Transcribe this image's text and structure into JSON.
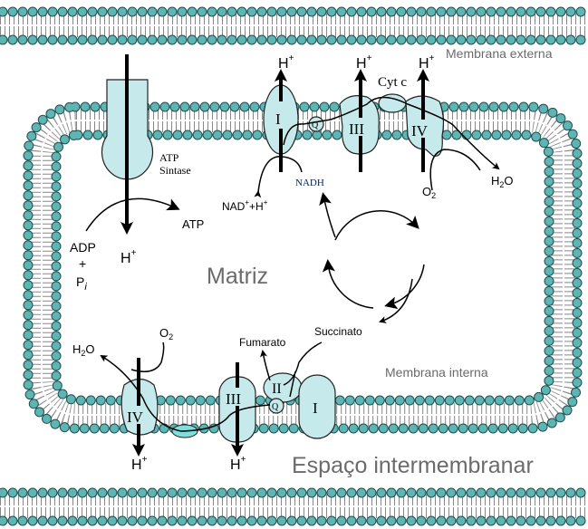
{
  "labels": {
    "outer_membrane": "Membrana externa",
    "inner_membrane": "Membrana interna",
    "matrix": "Matriz",
    "intermembrane_space": "Espaço intermembranar",
    "atp_synthase_1": "ATP",
    "atp_synthase_2": "Sintase",
    "atp": "ATP",
    "adp": "ADP",
    "plus": "+",
    "pi": "P",
    "pi_sub": "i",
    "nadh": "NADH",
    "nad": "NAD",
    "nad_rest": "+H",
    "cyt_c": "Cyt c",
    "h": "H",
    "h2o_h": "H",
    "h2o_2": "2",
    "h2o_o": "O",
    "o2_o": "O",
    "o2_2": "2",
    "succinato": "Succinato",
    "fumarato": "Fumarato",
    "complex_I": "I",
    "complex_II": "II",
    "complex_III": "III",
    "complex_IV": "IV",
    "q": "Q",
    "sup_plus": "+"
  },
  "colors": {
    "head": "#5fb4b4",
    "protein": "#c6eaeb",
    "label_gray": "#6b6b6b"
  }
}
